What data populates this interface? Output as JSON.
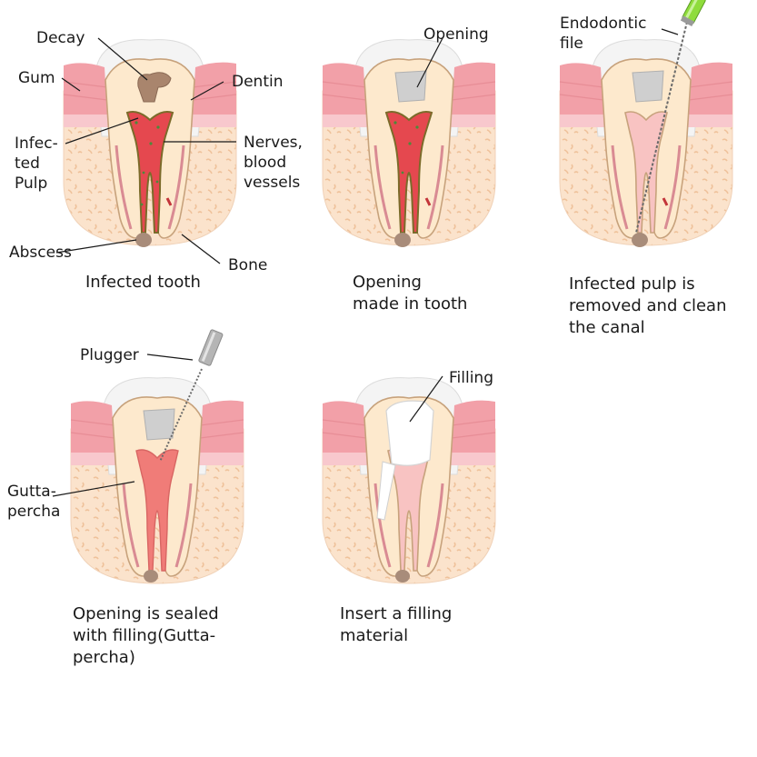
{
  "panels": [
    {
      "caption": "Infected tooth",
      "labels": {
        "decay": "Decay",
        "gum": "Gum",
        "dentin": "Dentin",
        "infected_pulp": "Infec-\nted\nPulp",
        "nerves": "Nerves,\nblood\nvessels",
        "abscess": "Abscess",
        "bone": "Bone"
      }
    },
    {
      "caption": "Opening\nmade in tooth",
      "labels": {
        "opening": "Opening"
      }
    },
    {
      "caption": "Infected pulp is\nremoved and clean\nthe canal",
      "labels": {
        "file": "Endodontic\nfile"
      }
    },
    {
      "caption": "Opening is sealed\nwith filling(Gutta-\npercha)",
      "labels": {
        "plugger": "Plugger",
        "gutta": "Gutta-\npercha"
      }
    },
    {
      "caption": "Insert a filling\nmaterial",
      "labels": {
        "filling": "Filling"
      }
    }
  ],
  "colors": {
    "bone": "#fbe3cc",
    "bone_spots": "#f0c8a3",
    "gum": "#f2a0a8",
    "gum_light": "#f8c8cd",
    "enamel": "#f4f4f4",
    "dentin": "#fde9cd",
    "pulp_infected": "#e5484f",
    "pulp_healthy": "#f8c3c2",
    "decay": "#a9856d",
    "abscess": "#a88c7a",
    "gutta_percha": "#f07c78",
    "file_green": "#8fdc3c",
    "plugger_gray": "#b5b5b5"
  }
}
